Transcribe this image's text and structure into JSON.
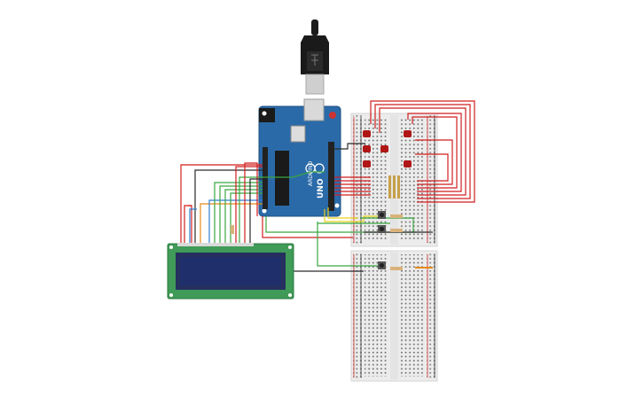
{
  "canvas": {
    "background": "#ffffff"
  },
  "colors": {
    "arduino_board": "#2a6aa8",
    "arduino_edge": "#1d4f82",
    "breadboard": "#ececec",
    "breadboard_hole": "#6f6f6f",
    "rail_red": "#d22b2b",
    "rail_dark": "#333333",
    "wire_red": "#d21f1f",
    "wire_dark": "#2a2a2a",
    "wire_green": "#3aa640",
    "wire_blue": "#2f7fd6",
    "wire_orange": "#e58a17",
    "wire_yellow": "#e8d21a",
    "led_red": "#b01616",
    "lcd_pcb": "#3f9b57",
    "lcd_screen": "#1e2f6b",
    "usb_plug": "#1a1a1a",
    "usb_metal": "#cfcfcf"
  },
  "arduino": {
    "label": "UNO",
    "brand": "ARDUINO",
    "icon": "infinity-logo-icon"
  },
  "components": {
    "leds": 6,
    "lcd_icon": "lcd-16x2-icon",
    "usb_icon": "usb-cable-icon",
    "button_icon": "push-button-icon",
    "resistor_icon": "resistor-icon"
  }
}
